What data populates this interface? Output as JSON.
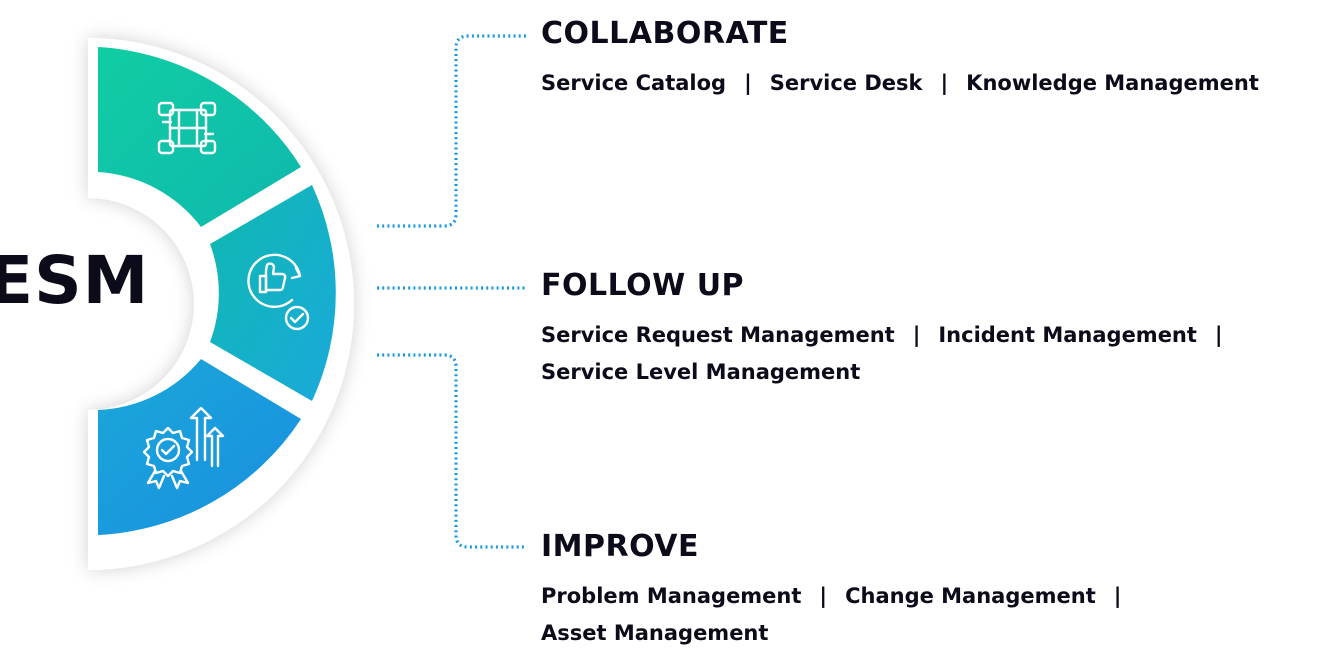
{
  "center": {
    "label": "ESM"
  },
  "colors": {
    "segment_top": [
      "#10c9a5",
      "#0fbcaa"
    ],
    "segment_middle": [
      "#10b6b3",
      "#1ab0d8"
    ],
    "segment_bottom": [
      "#19a6da",
      "#1a8fe0"
    ],
    "connector": "#1a9be3",
    "text": "#0b0b1a"
  },
  "segments": [
    {
      "icon": "handshake-squares-icon"
    },
    {
      "icon": "thumbs-up-check-icon"
    },
    {
      "icon": "gear-badge-arrows-icon"
    }
  ],
  "branches": {
    "collaborate": {
      "title": "COLLABORATE",
      "line1": [
        "Service Catalog",
        "|",
        "Service Desk",
        "|",
        "Knowledge Management"
      ]
    },
    "follow_up": {
      "title": "FOLLOW UP",
      "line1": [
        "Service Request Management",
        "|",
        "Incident Management",
        "|"
      ],
      "line2": [
        "Service Level Management"
      ]
    },
    "improve": {
      "title": "IMPROVE",
      "line1": [
        "Problem Management",
        "|",
        "Change Management",
        "|"
      ],
      "line2": [
        "Asset Management"
      ]
    }
  }
}
